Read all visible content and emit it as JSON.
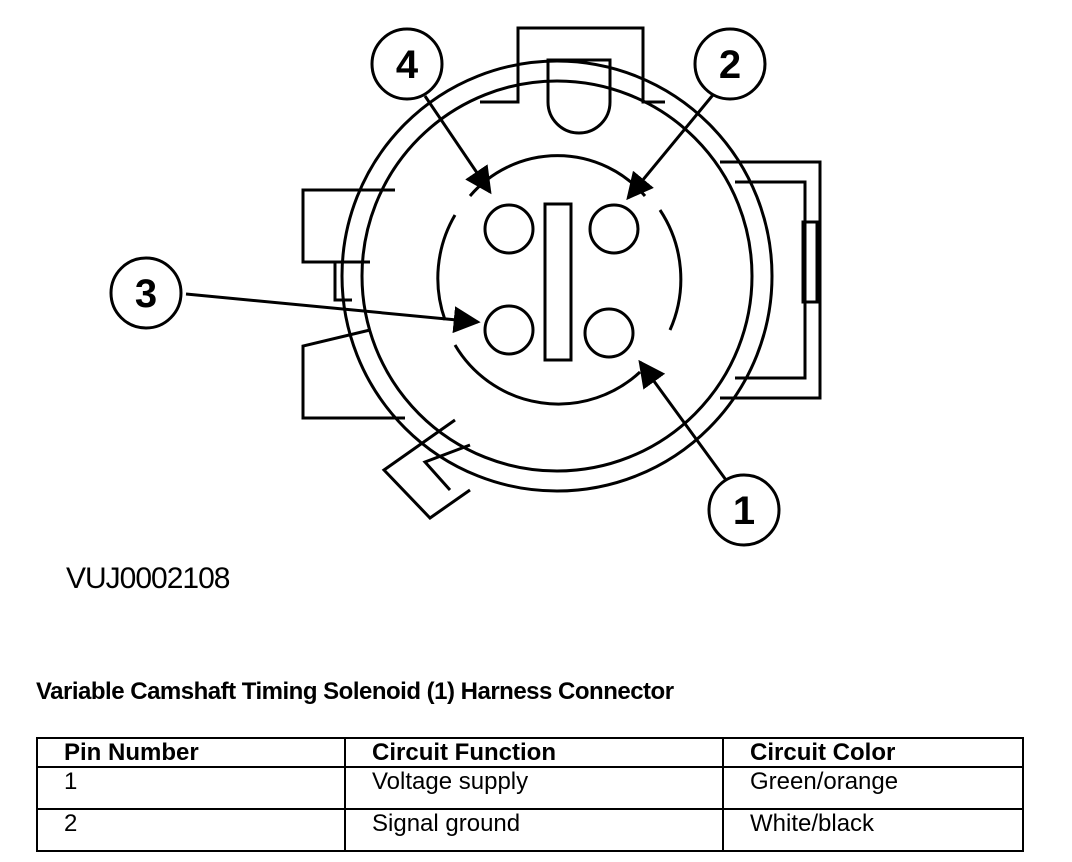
{
  "diagram": {
    "callouts": [
      {
        "id": "4",
        "label": "4"
      },
      {
        "id": "2",
        "label": "2"
      },
      {
        "id": "3",
        "label": "3"
      },
      {
        "id": "1",
        "label": "1"
      }
    ],
    "figure_id": "VUJ0002108"
  },
  "table": {
    "title": "Variable Camshaft Timing Solenoid (1) Harness Connector",
    "headers": [
      "Pin Number",
      "Circuit Function",
      "Circuit Color"
    ],
    "rows": [
      [
        "1",
        "Voltage supply",
        "Green/orange"
      ],
      [
        "2",
        "Signal ground",
        "White/black"
      ]
    ]
  }
}
